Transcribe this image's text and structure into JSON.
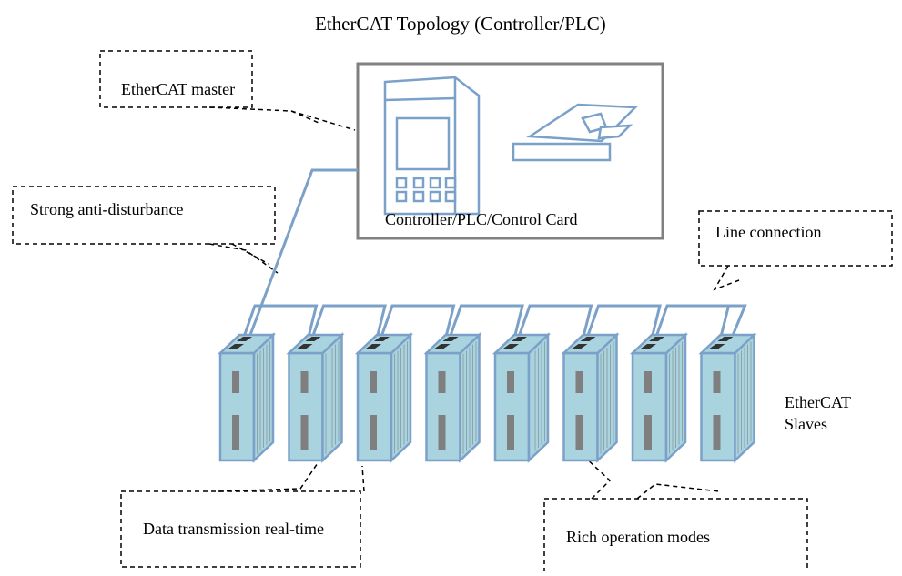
{
  "diagram": {
    "title": "EtherCAT Topology (Controller/PLC)",
    "master_label": "Controller/PLC/Control Card",
    "slaves_label": "EtherCAT Slaves",
    "slave_count": 8,
    "callouts": {
      "master": "EtherCAT master",
      "anti_disturbance": "Strong anti-disturbance",
      "line_connection": "Line connection",
      "realtime": "Data transmission real-time",
      "operation_modes": "Rich operation modes"
    },
    "colors": {
      "outline": "#7ba1c9",
      "device_fill": "#a9d3df",
      "device_stripe": "#8ea4aa",
      "port": "#333333",
      "slot": "#7f7f7f",
      "master_box": "#808080",
      "callout_border": "#000000"
    }
  }
}
